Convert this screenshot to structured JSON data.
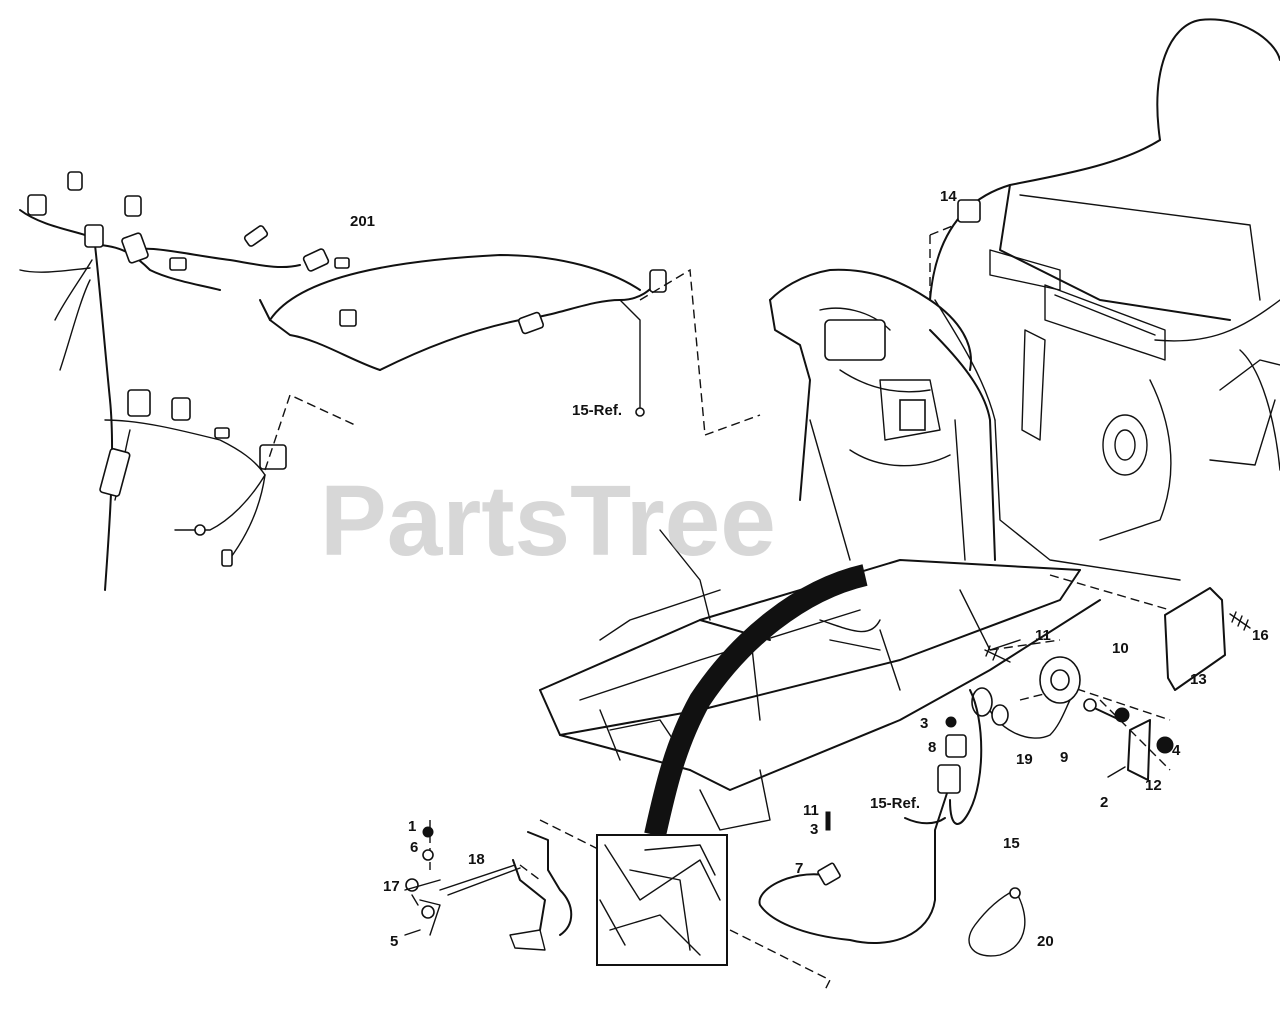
{
  "watermark": "PartsTree",
  "callouts": [
    {
      "id": "c-201",
      "text": "201"
    },
    {
      "id": "c-15ref-top",
      "text": "15-Ref."
    },
    {
      "id": "c-14",
      "text": "14"
    },
    {
      "id": "c-16",
      "text": "16"
    },
    {
      "id": "c-13",
      "text": "13"
    },
    {
      "id": "c-10",
      "text": "10"
    },
    {
      "id": "c-11-right",
      "text": "11"
    },
    {
      "id": "c-3-right",
      "text": "3"
    },
    {
      "id": "c-8",
      "text": "8"
    },
    {
      "id": "c-19",
      "text": "19"
    },
    {
      "id": "c-9",
      "text": "9"
    },
    {
      "id": "c-4",
      "text": "4"
    },
    {
      "id": "c-12",
      "text": "12"
    },
    {
      "id": "c-2",
      "text": "2"
    },
    {
      "id": "c-15ref-bottom",
      "text": "15-Ref."
    },
    {
      "id": "c-15",
      "text": "15"
    },
    {
      "id": "c-11-mid",
      "text": "11"
    },
    {
      "id": "c-3-mid",
      "text": "3"
    },
    {
      "id": "c-7",
      "text": "7"
    },
    {
      "id": "c-20",
      "text": "20"
    },
    {
      "id": "c-1",
      "text": "1"
    },
    {
      "id": "c-6",
      "text": "6"
    },
    {
      "id": "c-18",
      "text": "18"
    },
    {
      "id": "c-17",
      "text": "17"
    },
    {
      "id": "c-5",
      "text": "5"
    }
  ]
}
